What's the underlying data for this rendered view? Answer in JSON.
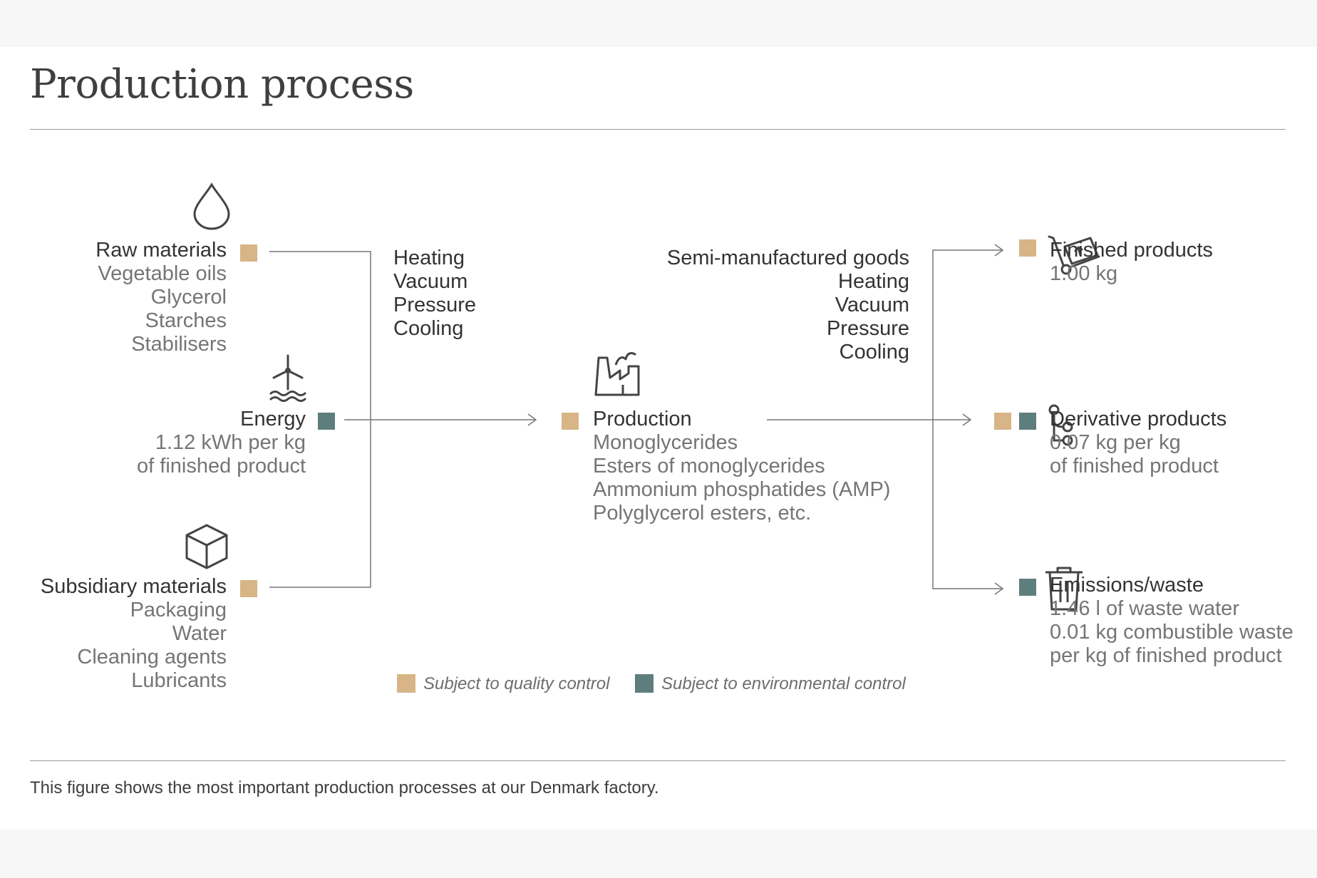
{
  "title": "Production process",
  "caption": "This figure shows the most important production processes at our Denmark factory.",
  "colors": {
    "quality": "#d7b587",
    "environmental": "#5e7e7e",
    "line": "#777777"
  },
  "inputs": {
    "raw_materials": {
      "heading": "Raw materials",
      "items": [
        "Vegetable oils",
        "Glycerol",
        "Starches",
        "Stabilisers"
      ],
      "icon": "drop-icon"
    },
    "energy": {
      "heading": "Energy",
      "items": [
        "1.12 kWh per kg",
        "of finished product"
      ],
      "icon": "wind-turbine-icon"
    },
    "subsidiary_materials": {
      "heading": "Subsidiary materials",
      "items": [
        "Packaging",
        "Water",
        "Cleaning agents",
        "Lubricants"
      ],
      "icon": "box-icon"
    }
  },
  "process_left": {
    "items": [
      "Heating",
      "Vacuum",
      "Pressure",
      "Cooling"
    ]
  },
  "process_right": {
    "items": [
      "Semi-manufactured goods",
      "Heating",
      "Vacuum",
      "Pressure",
      "Cooling"
    ]
  },
  "production": {
    "heading": "Production",
    "items": [
      "Monoglycerides",
      "Esters of monoglycerides",
      "Ammonium phosphatides (AMP)",
      "Polyglycerol esters, etc."
    ],
    "icon": "factory-icon"
  },
  "outputs": {
    "finished_products": {
      "heading": "Finished products",
      "items": [
        "1.00 kg"
      ],
      "icon": "hand-truck-icon"
    },
    "derivative_products": {
      "heading": "Derivative products",
      "items": [
        "0.07 kg per kg",
        "of finished product"
      ],
      "icon": "branch-icon"
    },
    "emissions_waste": {
      "heading": "Emissions/waste",
      "items": [
        "1.46 l of waste water",
        "0.01 kg combustible waste",
        "per kg of finished product"
      ],
      "icon": "trash-icon"
    }
  },
  "legend": {
    "quality": "Subject to quality control",
    "environmental": "Subject to environmental control"
  }
}
